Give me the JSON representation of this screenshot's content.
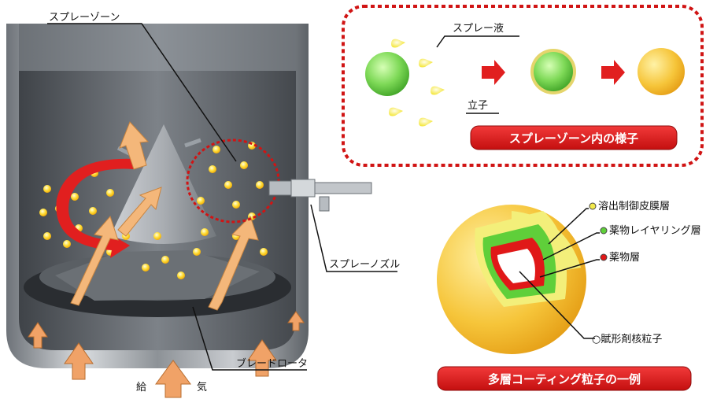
{
  "labels": {
    "spray_zone": "スプレーゾーン",
    "spray_nozzle": "スプレーノズル",
    "blade_rotor": "ブレードロータ",
    "air_supply_left": "給",
    "air_supply_right": "気"
  },
  "inset": {
    "spray_liquid": "スプレー液",
    "particle": "立子",
    "caption": "スプレーゾーン内の様子"
  },
  "layers": {
    "items": [
      {
        "label": "溶出制御皮膜層",
        "color": "#f2e94a"
      },
      {
        "label": "薬物レイヤリング層",
        "color": "#5fcf3a"
      },
      {
        "label": "薬物層",
        "color": "#e01818"
      },
      {
        "label": "○賦形剤核粒子",
        "color": "#ffffff"
      }
    ],
    "caption": "多層コーティング粒子の一例"
  },
  "colors": {
    "accent_red": "#e11f1f",
    "droplet_yellow": "#f6ef3a",
    "particle_green": "#7ed957",
    "arrow_peach": "#f4b77a"
  }
}
